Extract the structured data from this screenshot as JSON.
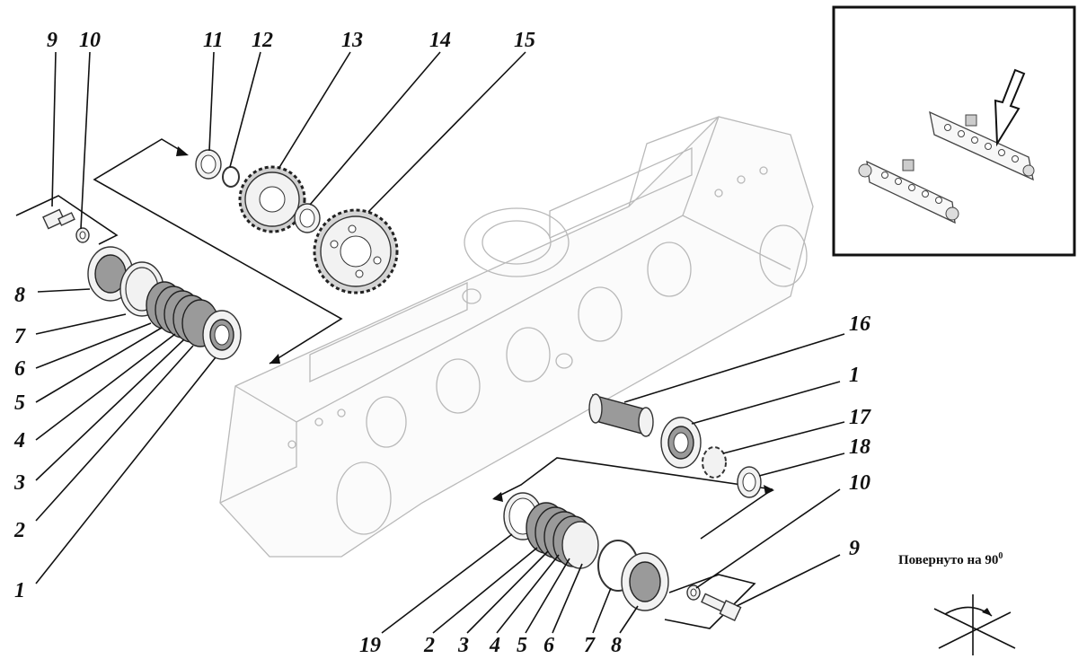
{
  "labels": {
    "top": [
      "9",
      "10",
      "11",
      "12",
      "13",
      "14",
      "15"
    ],
    "left": [
      "8",
      "7",
      "6",
      "5",
      "4",
      "3",
      "2",
      "1"
    ],
    "right": [
      "16",
      "1",
      "17",
      "18",
      "10",
      "9"
    ],
    "bottom": [
      "19",
      "2",
      "3",
      "4",
      "5",
      "6",
      "7",
      "8"
    ]
  },
  "rotation_note": "Повернуто на 90",
  "rotation_degree_sign": "0"
}
